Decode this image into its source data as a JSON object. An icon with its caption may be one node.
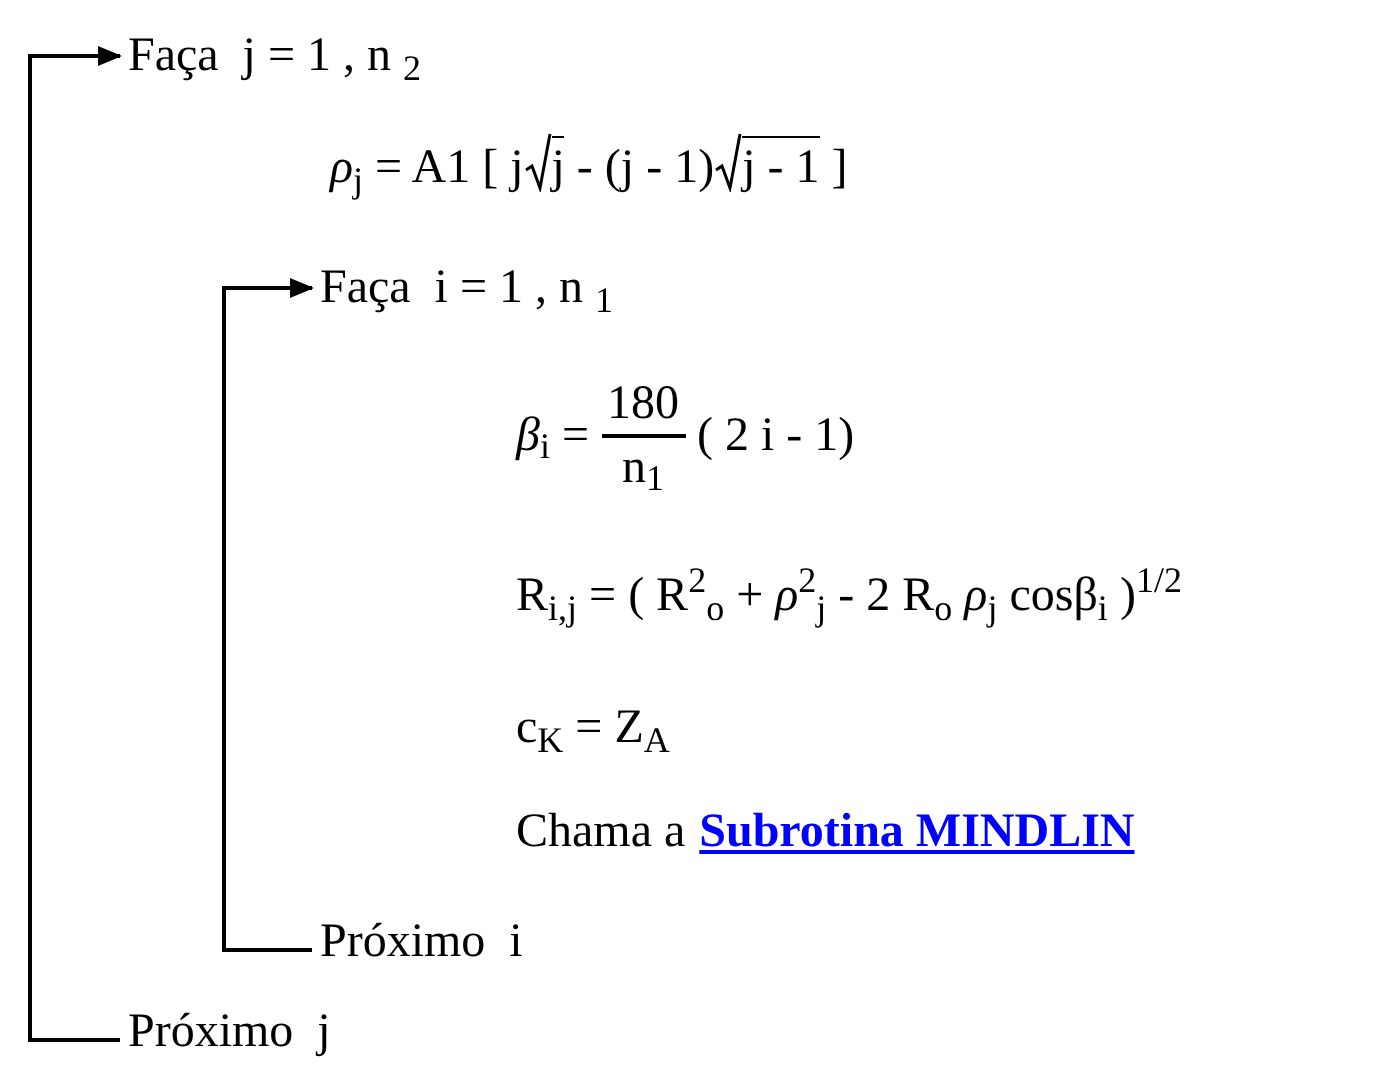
{
  "diagram": {
    "nodes": [
      {
        "text": [
          "Faça  j = 1 , n $_{2}$"
        ]
      },
      {
        "text": [
          "Faça  i = 1 , n $_{1}$"
        ]
      },
      {
        "text": [
          "Próximo  i"
        ]
      },
      {
        "text": [
          "Próximo  j"
        ]
      }
    ],
    "edges": [
      {
        "from": 2,
        "to": 1,
        "arrow": "to"
      },
      {
        "from": 3,
        "to": 0,
        "arrow": "to"
      }
    ],
    "labels": [
      "*ρ*$_{j}$ = A1 [ j",
      "j",
      "- (j - 1)",
      "j - 1",
      "]",
      "*β*$_{i}$ =",
      "180",
      "n$_{1}$",
      "( 2 i - 1)",
      "R$_{i,j}$ = ( R$^{2}$$_{o}$ + *ρ*$^{2}$$_{j}$ - 2 R$_{o}$ *ρ*$_{j}$ cosβ$_{i}$ )$^{1/2}$",
      "c$_{K}$ = Z$_{A}$",
      "Chama a",
      "Subrotina MINDLIN"
    ]
  }
}
